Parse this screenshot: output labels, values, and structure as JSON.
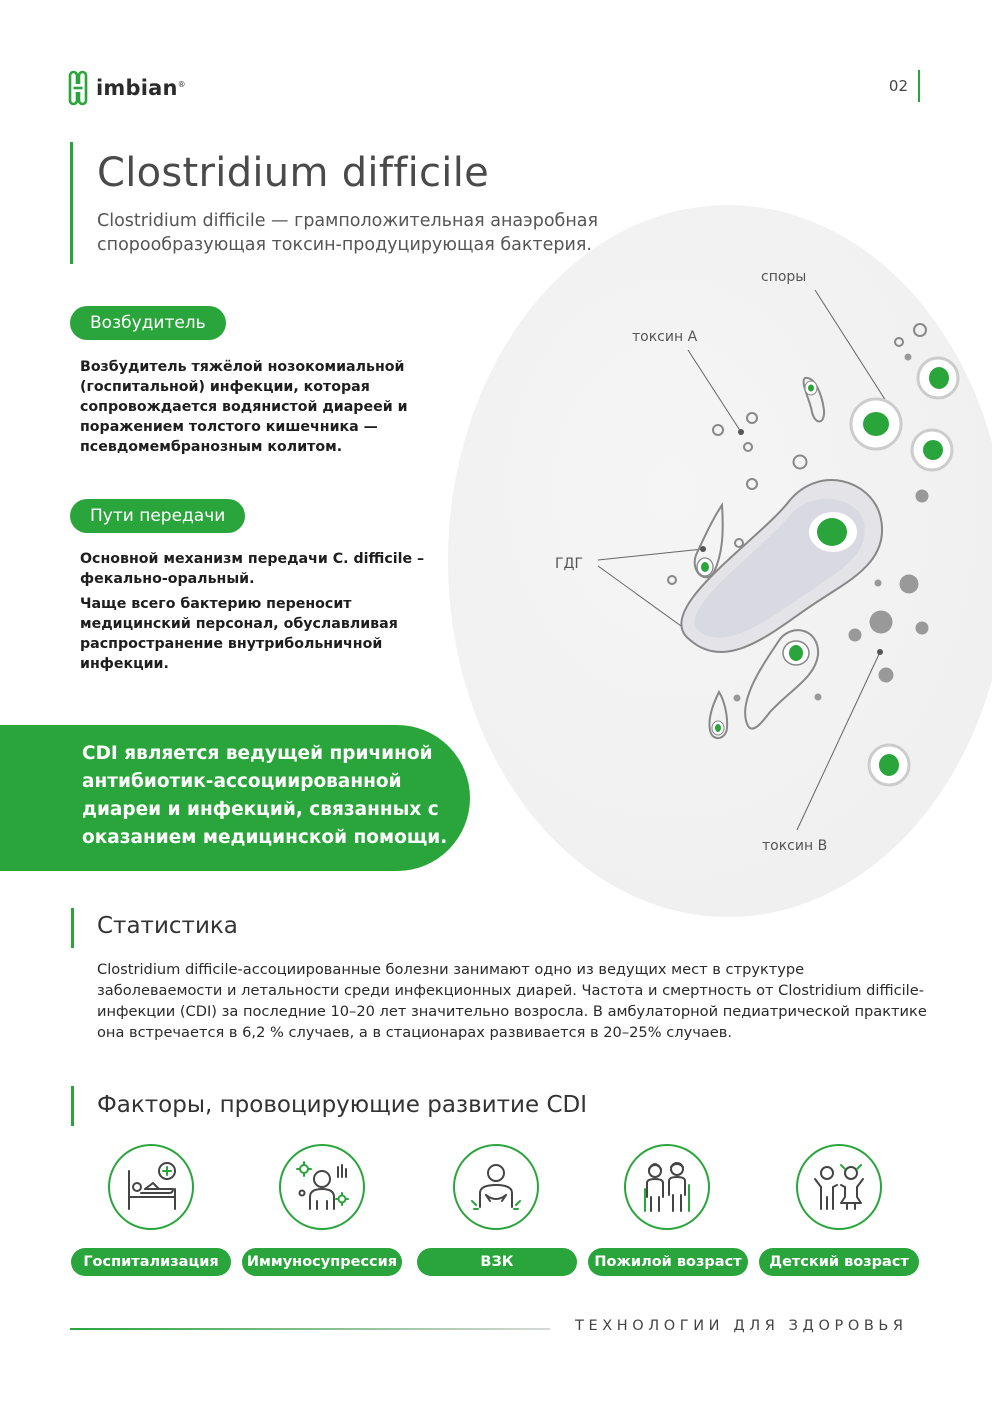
{
  "header": {
    "logo_text": "imbian",
    "logo_reg": "®",
    "page_number": "02"
  },
  "title": "Clostridium difficile",
  "subtitle": "Clostridium difficile — грамположительная анаэробная спорообразующая токсин-продуцирующая бактерия.",
  "illustration": {
    "labels": {
      "spores": "споры",
      "toxin_a": "токсин А",
      "gdg": "ГДГ",
      "toxin_b": "токсин В"
    }
  },
  "pathogen": {
    "pill": "Возбудитель",
    "text": "Возбудитель тяжёлой нозокомиальной (госпитальной) инфекции, которая сопровождается водянистой диареей и поражением толстого кишечника — псевдомембранозным колитом."
  },
  "transmission": {
    "pill": "Пути передачи",
    "text1": "Основной механизм передачи C. difficile – фекально-оральный.",
    "text2": "Чаще всего бактерию переносит медицинский персонал, обуславливая распространение внутрибольничной инфекции."
  },
  "highlight": "CDI является ведущей причиной антибиотик-ассоциированной диареи и инфекций, связанных с оказанием медицинской помощи.",
  "statistics": {
    "title": "Статистика",
    "text": "Clostridium difficile-ассоциированные болезни занимают одно из ведущих мест в структуре заболеваемости и летальности среди инфекционных диарей. Частота и смертность от Clostridium difficile-инфекции (CDI) за последние 10–20 лет значительно возросла. В амбулаторной педиатрической практике она встречается в 6,2 % случаев, а в стационарах развивается в 20–25% случаев."
  },
  "factors": {
    "title": "Факторы, провоцирующие развитие CDI",
    "items": [
      {
        "label": "Госпитализация",
        "icon": "hospital-bed-icon"
      },
      {
        "label": "Иммуносупрессия",
        "icon": "immune-virus-icon"
      },
      {
        "label": "ВЗК",
        "icon": "abdominal-pain-icon"
      },
      {
        "label": "Пожилой возраст",
        "icon": "elderly-couple-icon"
      },
      {
        "label": "Детский возраст",
        "icon": "children-icon"
      }
    ]
  },
  "footer": {
    "tagline": "ТЕХНОЛОГИИ ДЛЯ ЗДОРОВЬЯ"
  },
  "colors": {
    "accent": "#2aa53c",
    "text": "#333333",
    "bg_blob": "#f1f1f1"
  }
}
